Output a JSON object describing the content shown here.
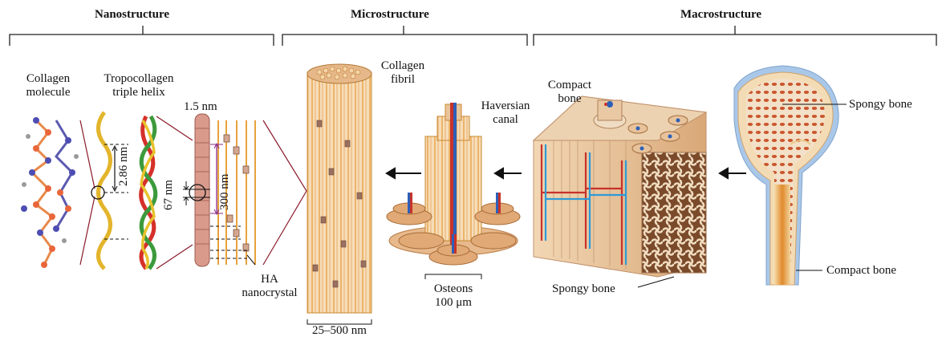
{
  "sections": {
    "nano": "Nanostructure",
    "micro": "Microstructure",
    "macro": "Macrostructure"
  },
  "labels": {
    "collagen_molecule_1": "Collagen",
    "collagen_molecule_2": "molecule",
    "tropo_1": "Tropocollagen",
    "tropo_2": "triple helix",
    "width_1_5": "1.5 nm",
    "helix_pitch": "2.86 nm",
    "gap_67": "67 nm",
    "length_300": "300 nm",
    "ha_1": "HA",
    "ha_2": "nanocrystal",
    "fibril_1": "Collagen",
    "fibril_2": "fibril",
    "fibril_size": "25–500 nm",
    "haversian_1": "Haversian",
    "haversian_2": "canal",
    "osteons": "Osteons",
    "osteon_size": "100 μm",
    "compact_top_1": "Compact",
    "compact_top_2": "bone",
    "spongy_left": "Spongy bone",
    "spongy_right": "Spongy bone",
    "compact_right": "Compact bone"
  },
  "colors": {
    "bone_tan": "#e9c49a",
    "marrow_red": "#c8402a",
    "fibril_orange": "#e8a23c",
    "callout_line": "#8b1a2a",
    "canal_blue": "#2e5fb8",
    "canal_red": "#c8322a",
    "periosteum_blue": "#a9c7e8"
  },
  "icons": [
    "arrow-left-icon"
  ]
}
